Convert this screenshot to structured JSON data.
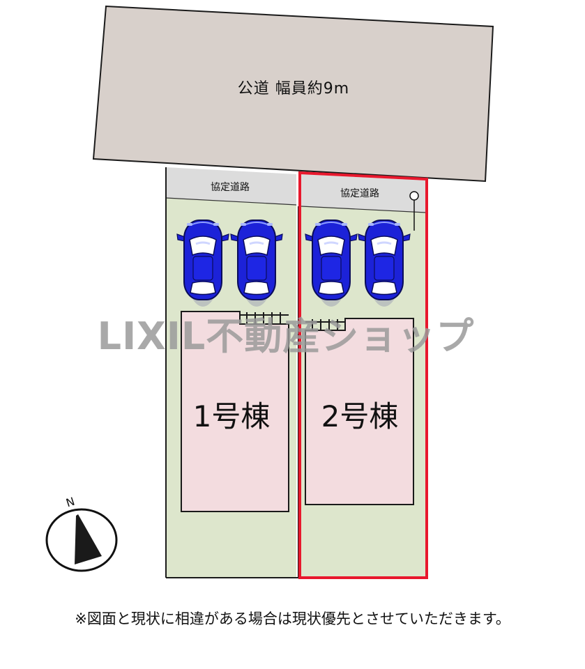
{
  "public_road": {
    "label": "公道 幅員約9m"
  },
  "lots": [
    {
      "passage_label": "協定道路",
      "building_label": "1号棟"
    },
    {
      "passage_label": "協定道路",
      "building_label": "2号棟"
    }
  ],
  "north_marker": {
    "label": "N"
  },
  "watermark": {
    "text": "LIXIL不動産ショップ"
  },
  "footnote": "※図面と現状に相違がある場合は現状優先とさせていただきます。",
  "icons": [
    "car-icon",
    "north-arrow-icon",
    "meter-post-icon"
  ],
  "colors": {
    "road": "#d8d0cb",
    "passage": "#dcdcdc",
    "lot": "#dde6cc",
    "building": "#f3dcdf",
    "highlight": "#e8182d",
    "car_body": "#1c22d8"
  }
}
